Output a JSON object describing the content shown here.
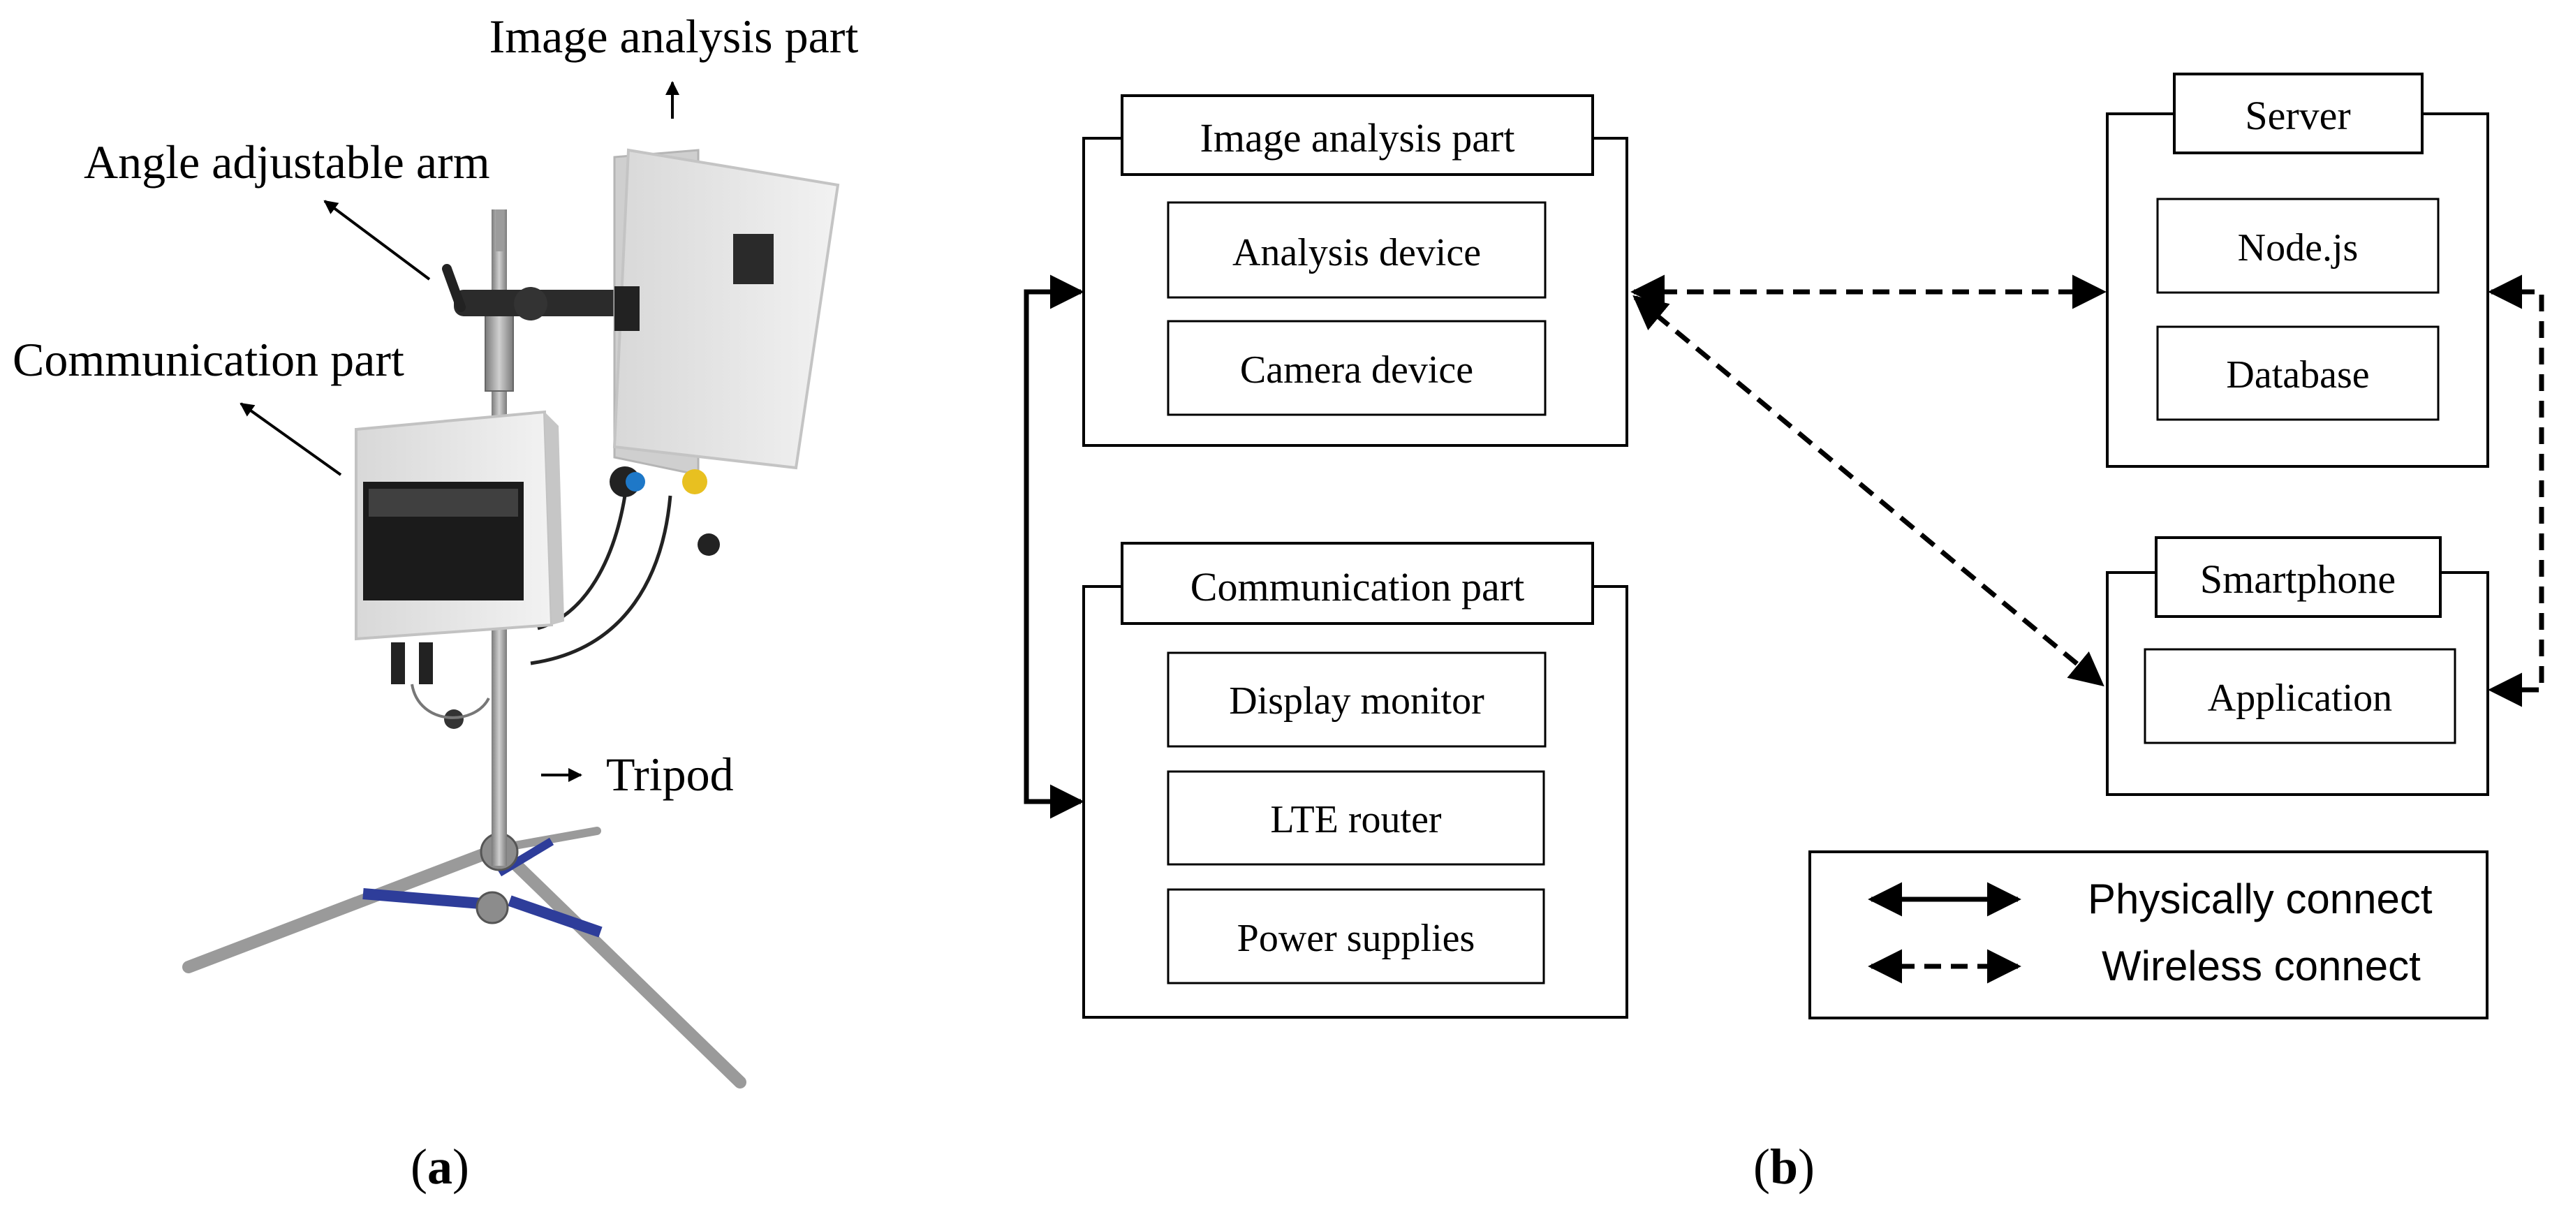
{
  "photo": {
    "labels": {
      "image_analysis": "Image analysis part",
      "angle_arm": "Angle adjustable arm",
      "communication": "Communication part",
      "tripod": "Tripod"
    },
    "colors": {
      "box": "#e9e9e9",
      "box_edge": "#c9c9c9",
      "metal": "#a8a8a8",
      "tripod_blue": "#2e3d9a",
      "cap_blue": "#1e78c8",
      "cap_yellow": "#e8c020"
    },
    "panel_label_letter": "a"
  },
  "diagram": {
    "image_analysis_part": {
      "title": "Image analysis part",
      "items": [
        "Analysis device",
        "Camera device"
      ]
    },
    "communication_part": {
      "title": "Communication part",
      "items": [
        "Display monitor",
        "LTE router",
        "Power supplies"
      ]
    },
    "server": {
      "title": "Server",
      "items": [
        "Node.js",
        "Database"
      ]
    },
    "smartphone": {
      "title": "Smartphone",
      "items": [
        "Application"
      ]
    },
    "legend": {
      "physical": "Physically connect",
      "wireless": "Wireless connect"
    },
    "panel_label_letter": "b"
  }
}
